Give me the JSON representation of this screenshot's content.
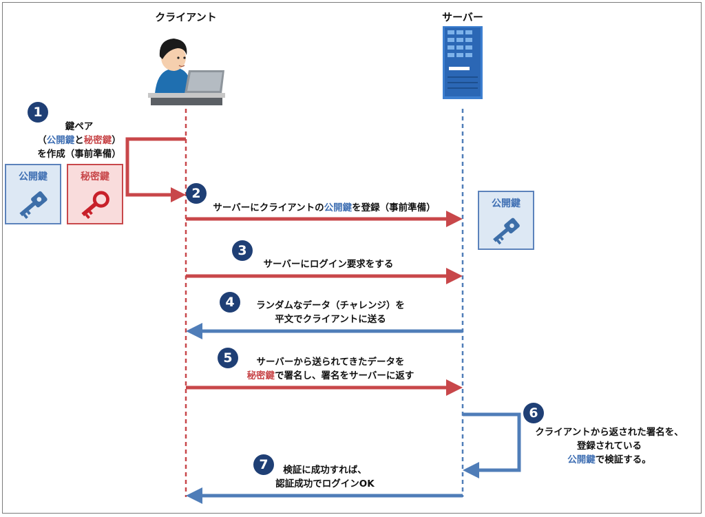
{
  "actors": {
    "client": "クライアント",
    "server": "サーバー"
  },
  "keys": {
    "public_label": "公開鍵",
    "secret_label": "秘密鍵"
  },
  "steps": {
    "s1": {
      "num": "1",
      "line1": "鍵ペア",
      "line2_open": "（",
      "line2_public": "公開鍵",
      "line2_and": "と",
      "line2_secret": "秘密鍵",
      "line2_close": "）",
      "line3": "を作成（事前準備）"
    },
    "s2": {
      "num": "2",
      "pre": "サーバーにクライアントの",
      "public": "公開鍵",
      "post": "を登録（事前準備）"
    },
    "s3": {
      "num": "3",
      "text": "サーバーにログイン要求をする"
    },
    "s4": {
      "num": "4",
      "line1": "ランダムなデータ（チャレンジ）を",
      "line2": "平文でクライアントに送る"
    },
    "s5": {
      "num": "5",
      "line1": "サーバーから送られてきたデータを",
      "line2_secret": "秘密鍵",
      "line2_post": "で署名し、署名をサーバーに返す"
    },
    "s6": {
      "num": "6",
      "line1": "クライアントから返された署名を、",
      "line2": "登録されている",
      "line3_public": "公開鍵",
      "line3_post": "で検証する。"
    },
    "s7": {
      "num": "7",
      "line1": "検証に成功すれば、",
      "line2": "認証成功でログインOK"
    }
  },
  "colors": {
    "client_arrow": "#c8474a",
    "server_arrow": "#4f7db8",
    "step_badge": "#1f3f75"
  }
}
